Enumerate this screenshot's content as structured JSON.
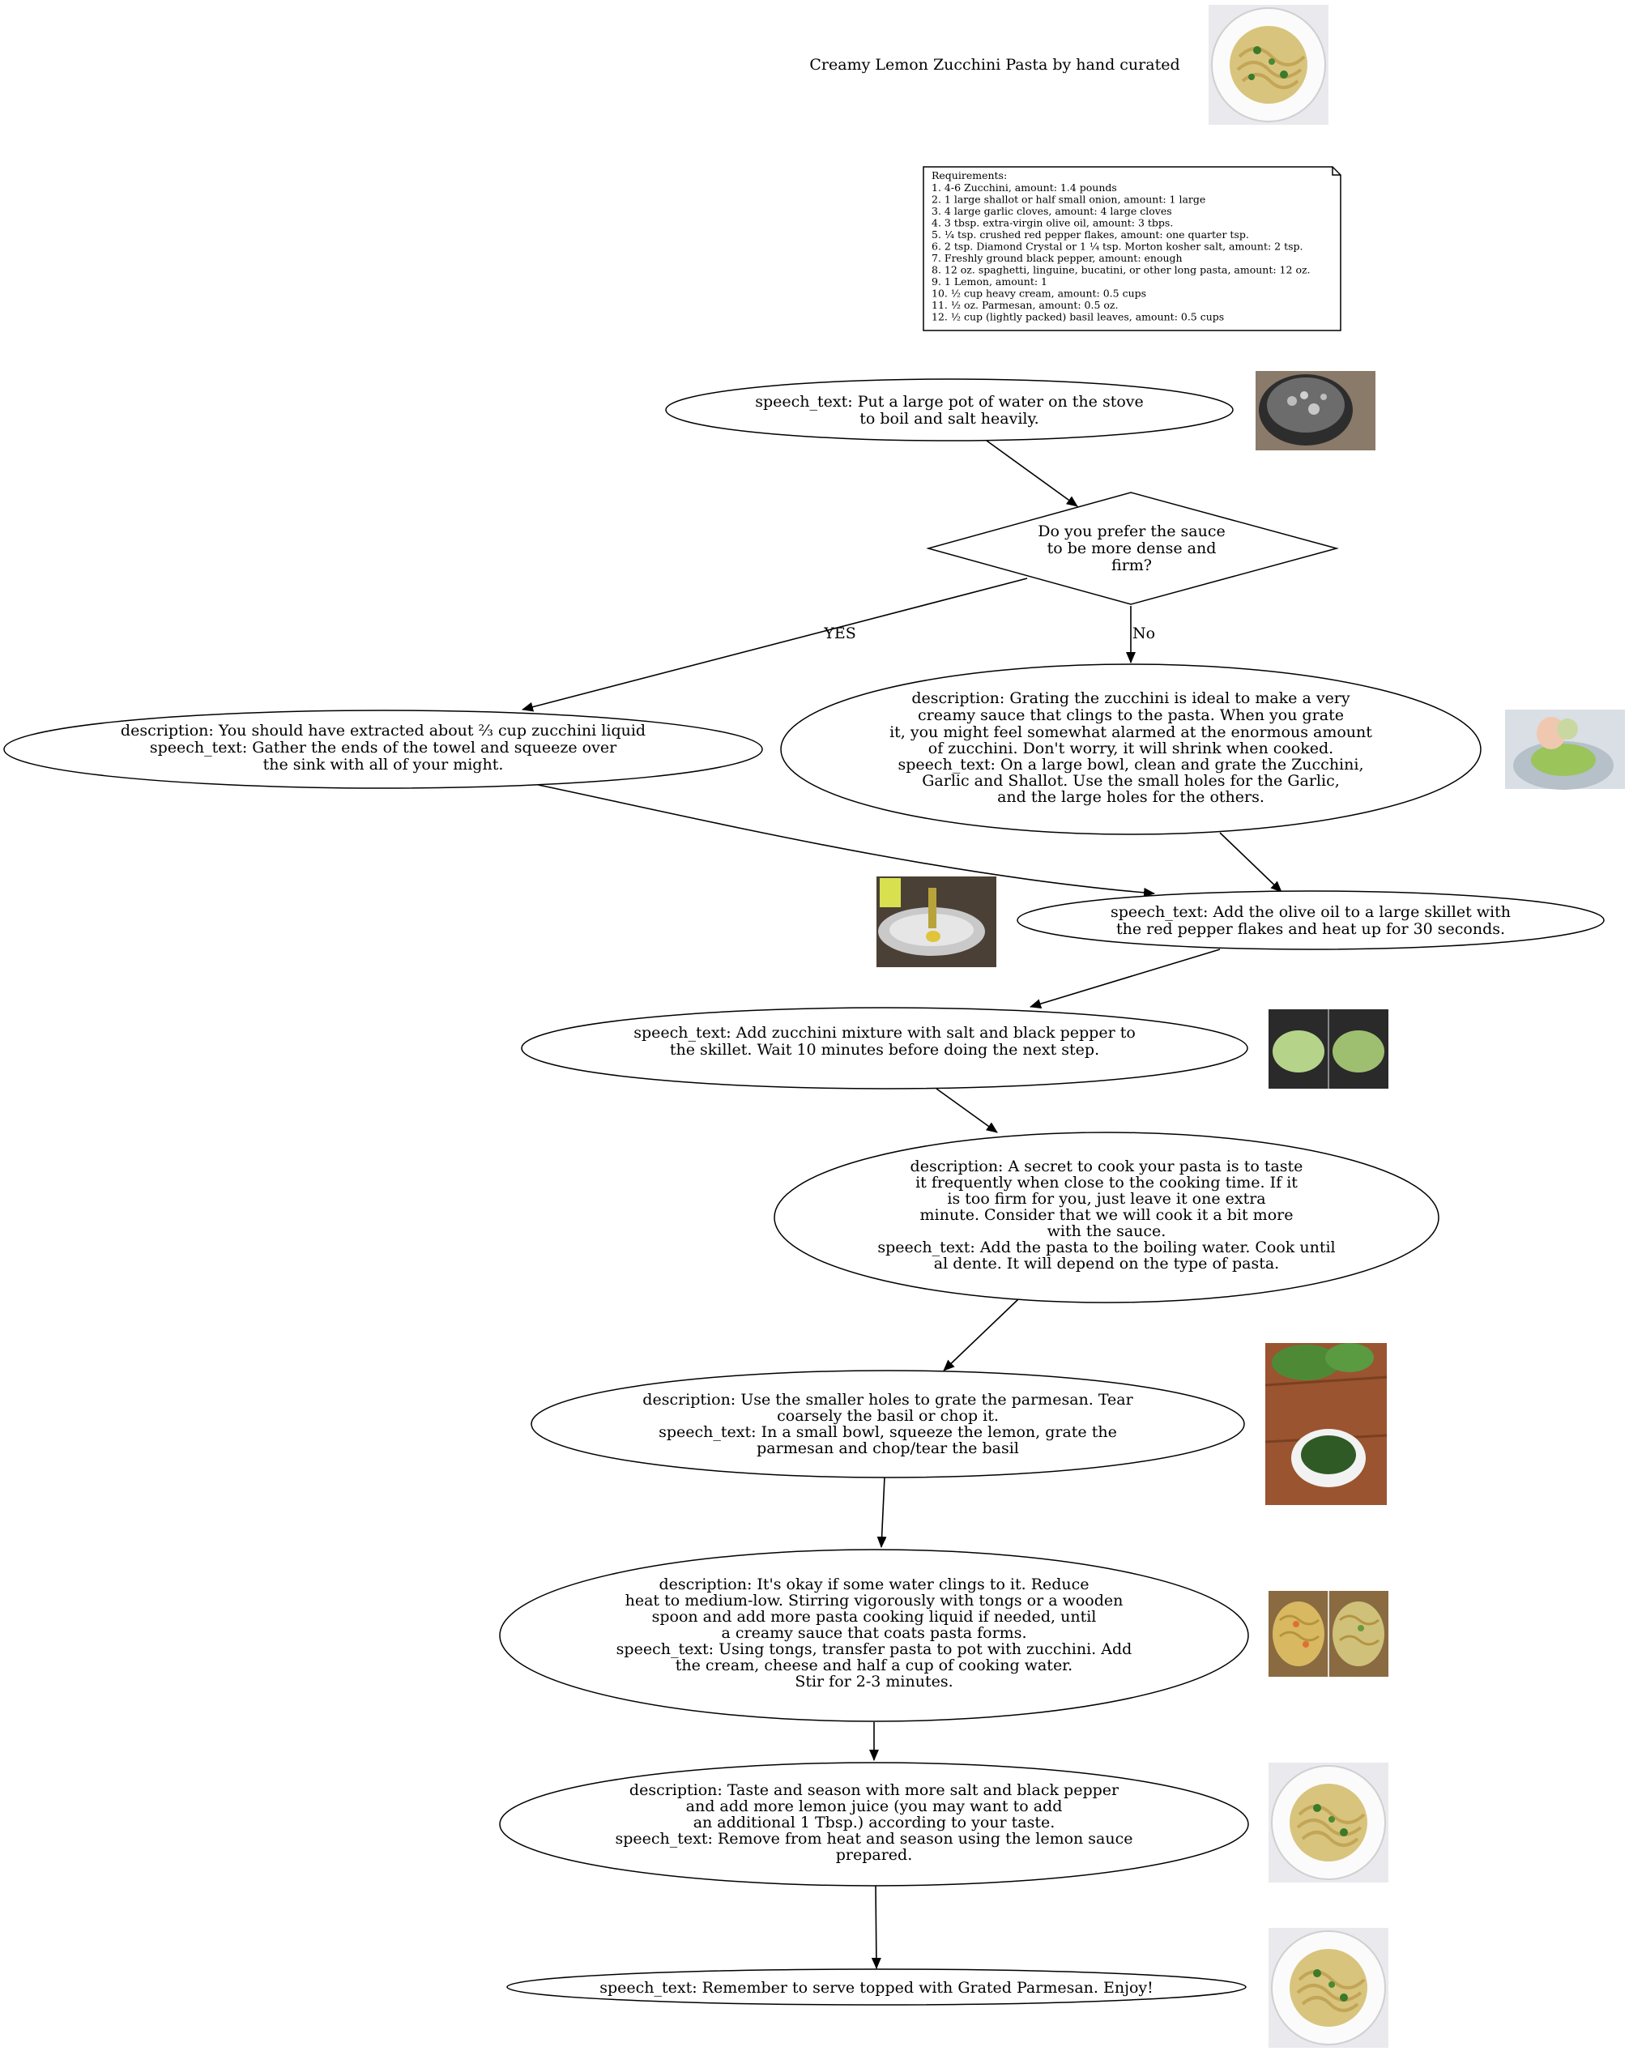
{
  "title": "Creamy Lemon Zucchini Pasta by hand curated",
  "requirements": {
    "heading": "Requirements:",
    "items": [
      "1. 4-6 Zucchini, amount: 1.4 pounds",
      "2. 1 large shallot or half small onion, amount: 1 large",
      "3. 4 large garlic cloves, amount: 4 large cloves",
      "4. 3 tbsp. extra-virgin olive oil, amount: 3 tbps.",
      "5. ¼ tsp. crushed red pepper flakes, amount: one quarter tsp.",
      "6. 2 tsp. Diamond Crystal or 1 ¼ tsp. Morton kosher salt, amount: 2 tsp.",
      "7. Freshly ground black pepper, amount: enough",
      "8. 12 oz. spaghetti, linguine, bucatini, or other long pasta, amount: 12 oz.",
      "9. 1 Lemon, amount: 1",
      "10. ½ cup heavy cream, amount: 0.5 cups",
      "11. ½ oz. Parmesan, amount: 0.5 oz.",
      "12. ½ cup (lightly packed) basil leaves, amount: 0.5 cups"
    ]
  },
  "nodes": {
    "boil": [
      "speech_text: Put a large pot of water on the stove",
      "to boil and salt heavily."
    ],
    "decision": [
      "Do you prefer the sauce",
      "to be more dense and",
      "firm?"
    ],
    "squeeze": [
      "description: You should have extracted about ⅔ cup zucchini liquid",
      "speech_text: Gather the ends of the towel and squeeze over",
      "the sink with all of your might."
    ],
    "grate": [
      "description: Grating the zucchini is ideal to make a very",
      "creamy sauce that clings to the pasta. When you grate",
      "it, you might feel somewhat alarmed at the enormous amount",
      "of zucchini. Don't worry, it will shrink when cooked.",
      "speech_text: On a large bowl, clean and grate the Zucchini,",
      "Garlic and Shallot. Use the small holes for the Garlic,",
      "and the large holes for the others."
    ],
    "oil": [
      "speech_text: Add the olive oil to a large skillet with",
      "the red pepper flakes and heat up for 30 seconds."
    ],
    "zucchini_mix": [
      "speech_text: Add zucchini mixture with salt and black pepper to",
      "the skillet. Wait 10 minutes before doing the next step."
    ],
    "pasta": [
      "description: A secret to cook your pasta is to taste",
      "it frequently when close to the cooking time. If it",
      "is too firm for you, just leave it one extra",
      "minute. Consider that we will cook it a bit more",
      "with the sauce.",
      "speech_text: Add the pasta to the boiling water. Cook until",
      "al dente. It will depend on the type of pasta."
    ],
    "parmesan": [
      "description: Use the smaller holes to grate the parmesan. Tear",
      "coarsely the basil or chop it.",
      "speech_text: In a small bowl, squeeze the lemon, grate the",
      "parmesan and chop/tear the basil"
    ],
    "combine": [
      "description: It's okay if some water clings to it. Reduce",
      "heat to medium-low. Stirring vigorously with tongs or a wooden",
      "spoon and add more pasta cooking liquid if needed, until",
      "a creamy sauce that coats pasta forms.",
      "speech_text: Using tongs, transfer pasta to pot with zucchini. Add",
      "the cream, cheese and half a cup of cooking water.",
      "Stir for 2-3 minutes."
    ],
    "season": [
      "description: Taste and season with more salt and black pepper",
      "and add more lemon juice (you may want to add",
      "an additional 1 Tbsp.) according to your taste.",
      "speech_text: Remove from heat and season using the lemon sauce",
      "prepared."
    ],
    "serve": [
      "speech_text: Remember to serve topped with Grated Parmesan. Enjoy!"
    ]
  },
  "edge_labels": {
    "yes": "YES",
    "no": "No"
  },
  "colors": {
    "stroke": "#000000",
    "background": "#ffffff"
  }
}
